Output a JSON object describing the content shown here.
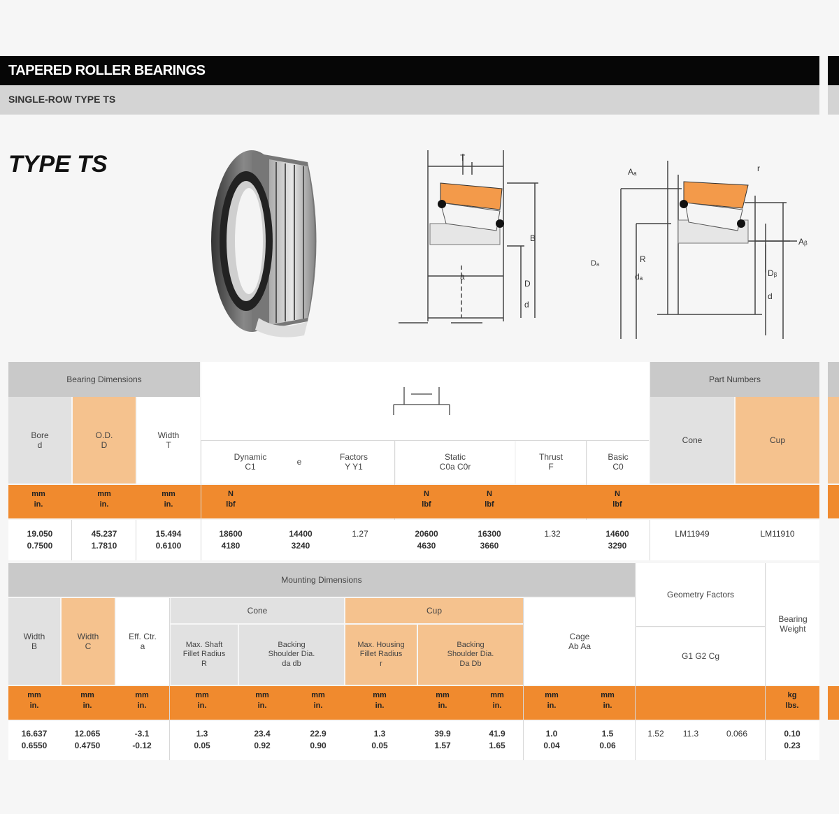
{
  "header": {
    "title": "TAPERED ROLLER BEARINGS",
    "subtitle": "SINGLE-ROW TYPE TS"
  },
  "type_label": "TYPE TS",
  "colors": {
    "orange": "#f08a2e",
    "light_orange": "#f5c28e",
    "gray": "#c9c9c9",
    "black": "#060606"
  },
  "table1": {
    "groups": {
      "bearing_dimensions": "Bearing Dimensions",
      "part_numbers": "Part Numbers"
    },
    "cols": {
      "bore": "Bore\nd",
      "od": "O.D.\nD",
      "width": "Width\nT",
      "dyn_rating": "Dynamic\nC1",
      "e": "e",
      "factors": "Factors\nY  Y1",
      "static_rating": "Static\nC0a  C0r",
      "thrust": "Thrust\nF",
      "basic": "Basic\nC0",
      "cone": "Cone",
      "cup": "Cup"
    },
    "units": {
      "bore": "mm\nin.",
      "od": "mm\nin.",
      "width": "mm\nin.",
      "n1": "N\nlbf",
      "n2": "N\nlbf",
      "n3": "N\nlbf",
      "n4": "N\nlbf"
    },
    "row": {
      "bore": "19.050\n0.7500",
      "od": "45.237\n1.7810",
      "width": "15.494\n0.6100",
      "c1": "18600\n4180",
      "c90": "14400\n3240",
      "k": "1.27",
      "c0a": "20600\n4630",
      "c0r": "16300\n3660",
      "f": "1.32",
      "c0": "14600\n3290",
      "cone": "LM11949",
      "cup": "LM11910"
    }
  },
  "table2": {
    "groups": {
      "mounting": "Mounting Dimensions",
      "cone": "Cone",
      "cup": "Cup",
      "geometry": "Geometry Factors",
      "weight": "Bearing Weight"
    },
    "cols": {
      "width_b": "Width\nB",
      "width_c": "Width\nC",
      "eff": "Eff. Ctr.\na",
      "cone_r": "Max. Shaft\nFillet Radius\nR",
      "cone_db": "Backing\nShoulder Dia.\nda  db",
      "cup_r": "Max. Housing\nFillet Radius\nr",
      "cup_da": "Backing\nShoulder Dia.\nDa  Db",
      "cage": "Cage\nAb  Aa",
      "g": "G1  G2  Cg",
      "weight": "Bearing\nWeight"
    },
    "units": {
      "u1": "mm\nin.",
      "u2": "mm\nin.",
      "u3": "mm\nin.",
      "u4": "mm\nin.",
      "u5": "mm\nin.",
      "u6": "mm\nin.",
      "u7": "mm\nin.",
      "u8": "mm\nin.",
      "u9": "mm\nin.",
      "u10": "mm\nin.",
      "u11": "mm\nin.",
      "weight": "kg\nlbs."
    },
    "row": {
      "b": "16.637\n0.6550",
      "c": "12.065\n0.4750",
      "a": "-3.1\n-0.12",
      "r": "1.3\n0.05",
      "da": "23.4\n0.92",
      "db": "22.9\n0.90",
      "cr": "1.3\n0.05",
      "Da": "39.9\n1.57",
      "Db": "41.9\n1.65",
      "ab": "1.0\n0.04",
      "aa": "1.5\n0.06",
      "g1": "1.52",
      "g2": "11.3",
      "cg": "0.066",
      "weight": "0.10\n0.23"
    }
  }
}
